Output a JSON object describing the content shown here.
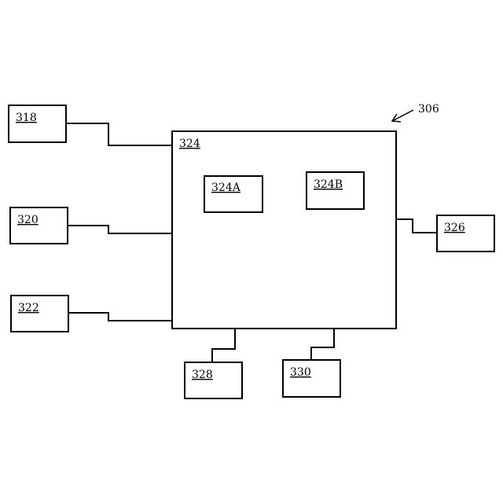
{
  "figure_ref": "306",
  "main_block": {
    "label": "324"
  },
  "sub_blocks": [
    {
      "label": "324A"
    },
    {
      "label": "324B"
    }
  ],
  "peripheral_blocks": [
    {
      "label": "318"
    },
    {
      "label": "320"
    },
    {
      "label": "322"
    },
    {
      "label": "326"
    },
    {
      "label": "328"
    },
    {
      "label": "330"
    }
  ],
  "colors": {
    "line": "#000000",
    "background": "#ffffff"
  }
}
